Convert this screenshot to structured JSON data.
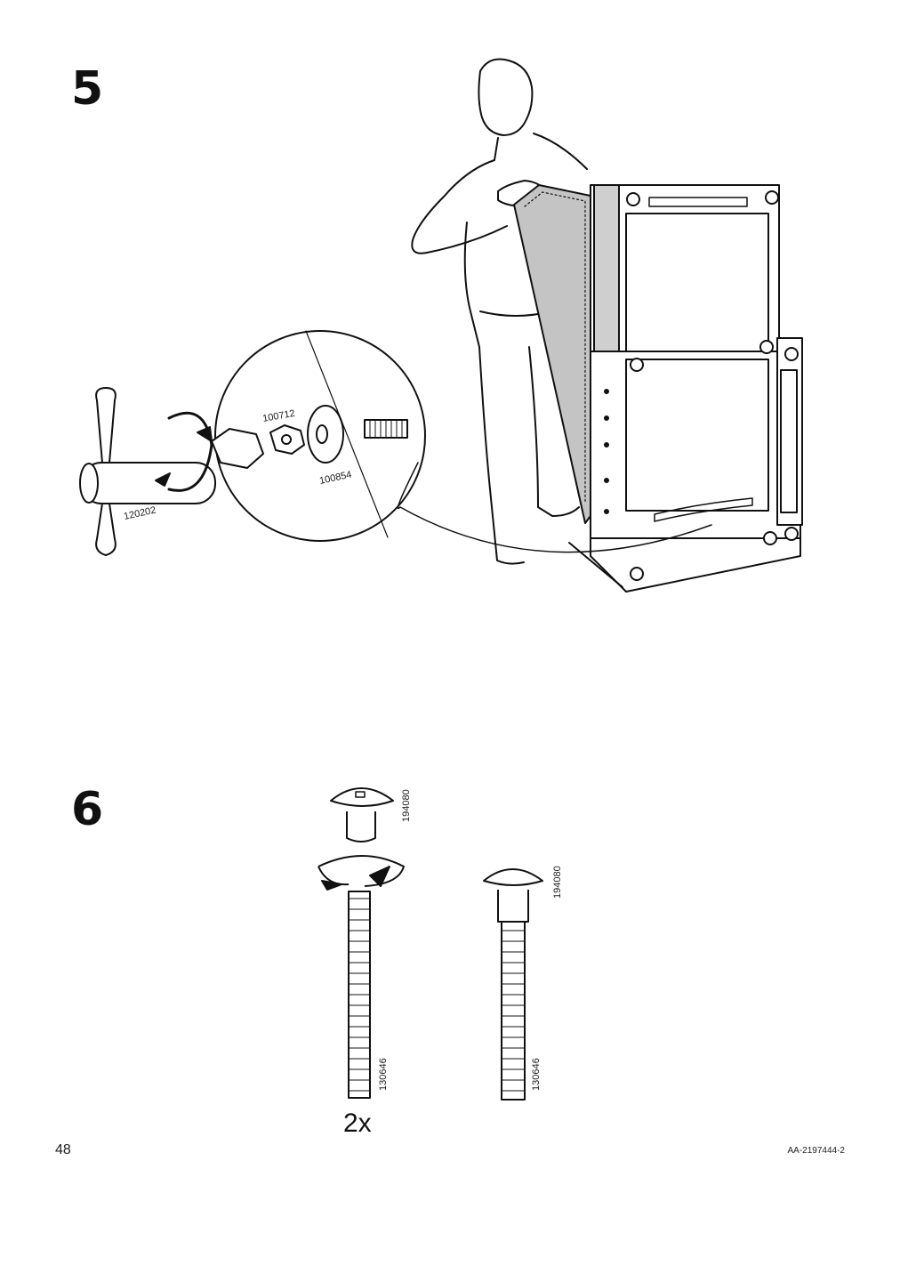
{
  "steps": [
    {
      "number": "5",
      "part_labels": {
        "tool": "120202",
        "nut": "100712",
        "washer": "100854"
      }
    },
    {
      "number": "6",
      "part_labels": {
        "screw_head_a": "194080",
        "screw_head_b": "194080",
        "bolt_a": "130646",
        "bolt_b": "130646"
      },
      "quantity": "2x"
    }
  ],
  "footer": {
    "page_number": "48",
    "document_id": "AA-2197444-2"
  },
  "icons": [
    "person-figure",
    "sofa-frame",
    "allen-key-tool",
    "rotate-arrow-icon",
    "hex-nut",
    "washer",
    "threaded-bolt",
    "screw"
  ],
  "colors": {
    "line": "#111111",
    "fill_gray": "#b9b9b9",
    "background": "#ffffff"
  }
}
